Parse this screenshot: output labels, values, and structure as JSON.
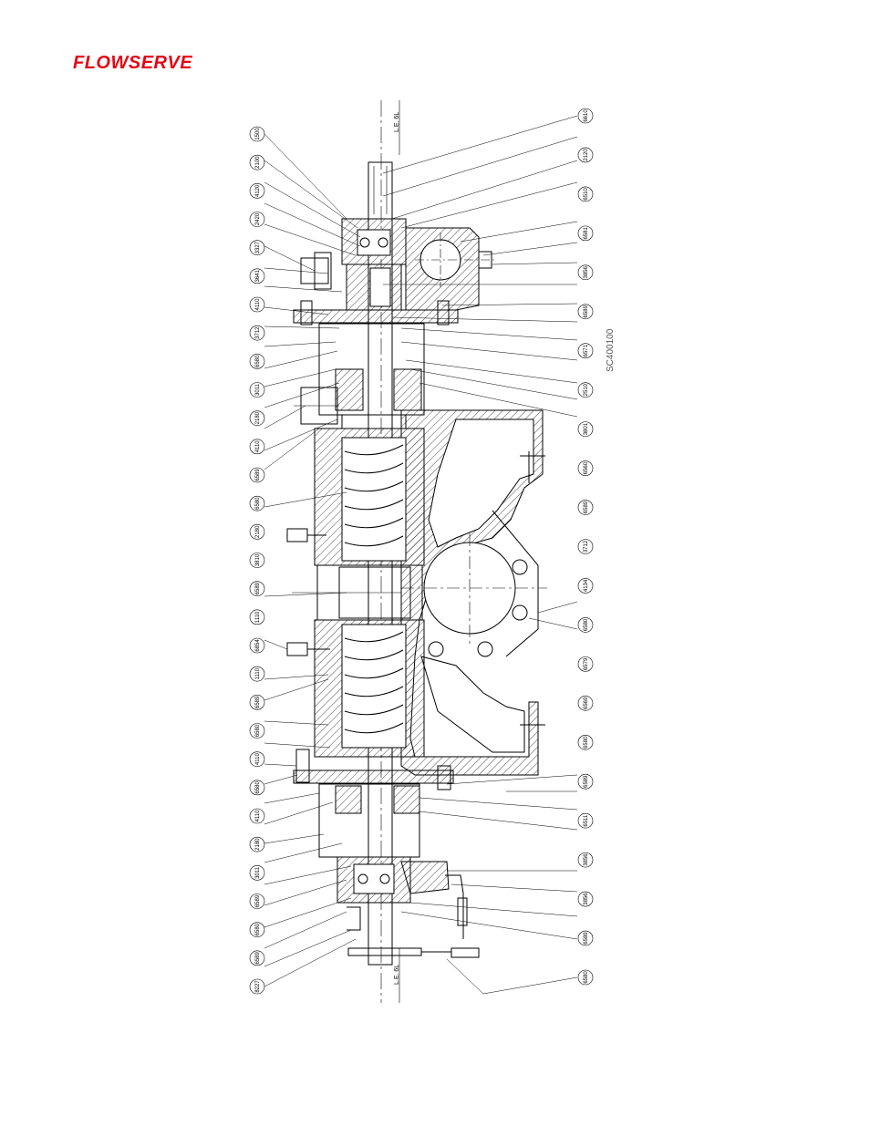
{
  "brand": {
    "logo_text": "FLOWSERVE",
    "color": "#e30613"
  },
  "drawing": {
    "number": "SC400100",
    "left_callouts": [
      "1500",
      "2100",
      "4120",
      "2420",
      "3327",
      "3641",
      "4110",
      "3712",
      "6580",
      "3011",
      "2180",
      "4110",
      "6589",
      "6580",
      "2180",
      "3810",
      "6589",
      "1110",
      "6854",
      "1110",
      "6589",
      "6580",
      "4110",
      "6580",
      "4110",
      "2180",
      "3011",
      "6589",
      "6580",
      "6589",
      "8227"
    ],
    "right_callouts": [
      "6610",
      "2120",
      "6510",
      "6581",
      "3856",
      "6589",
      "6571",
      "2510",
      "3801",
      "6560",
      "6589",
      "3712",
      "4134",
      "6580",
      "6579",
      "6569",
      "6580",
      "6589",
      "6511",
      "3856",
      "3856",
      "6589",
      "6580"
    ],
    "centerline_labels": [
      "L.E. 6L",
      "L.E. 6L"
    ]
  }
}
